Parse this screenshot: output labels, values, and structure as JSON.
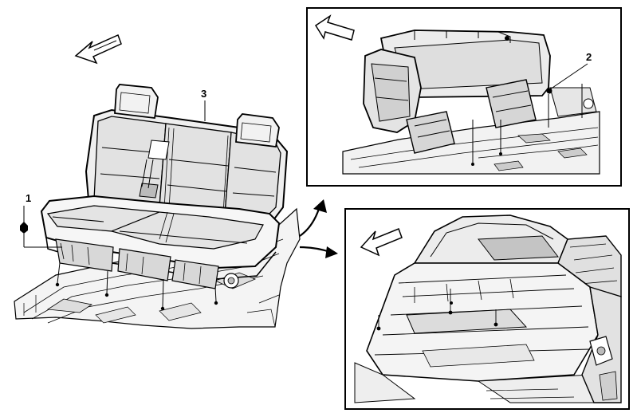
{
  "callouts": {
    "fastener_nut": "1",
    "fastener_stud": "2",
    "rear_seat_assembly": "3"
  },
  "colors": {
    "ink": "#000000",
    "paper": "#ffffff",
    "fill_light": "#e8e8e8",
    "fill_mid": "#c8c8c8",
    "fill_dark": "#8a8a8a"
  },
  "icons": {
    "forward_arrow": "forward-arrow-icon",
    "flow_arrow": "curved-arrow-icon"
  }
}
